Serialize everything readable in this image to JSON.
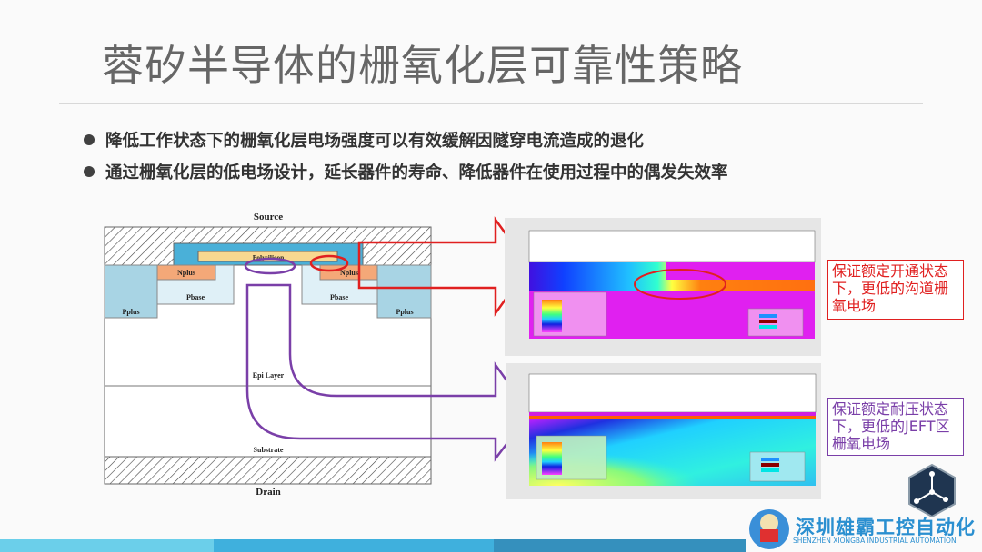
{
  "title": "蓉矽半导体的栅氧化层可靠性策略",
  "bullets": [
    "降低工作状态下的栅氧化层电场强度可以有效缓解因隧穿电流造成的退化",
    "通过栅氧化层的低电场设计，延长器件的寿命、降低器件在使用过程中的偶发失效率"
  ],
  "diagram": {
    "source": "Source",
    "drain": "Drain",
    "polysilicon": "Polysilicon",
    "nplus": "Nplus",
    "pbase": "Pbase",
    "pplus": "Pplus",
    "epi": "Epi Layer",
    "substrate": "Substrate"
  },
  "callouts": {
    "on_state": "保证额定开通状态下，更低的沟道栅氧电场",
    "blocking_state": "保证额定耐压状态下，更低的JEFT区栅氧电场"
  },
  "brand": {
    "name_cn": "深圳雄霸工控自动化",
    "name_en": "SHENZHEN XIONGBA INDUSTRIAL AUTOMATION"
  },
  "colors": {
    "red": "#e02020",
    "purple": "#7a3fa8",
    "bar1": "#6bcfea",
    "bar2": "#3fb0dd",
    "bar3": "#3590bd"
  }
}
